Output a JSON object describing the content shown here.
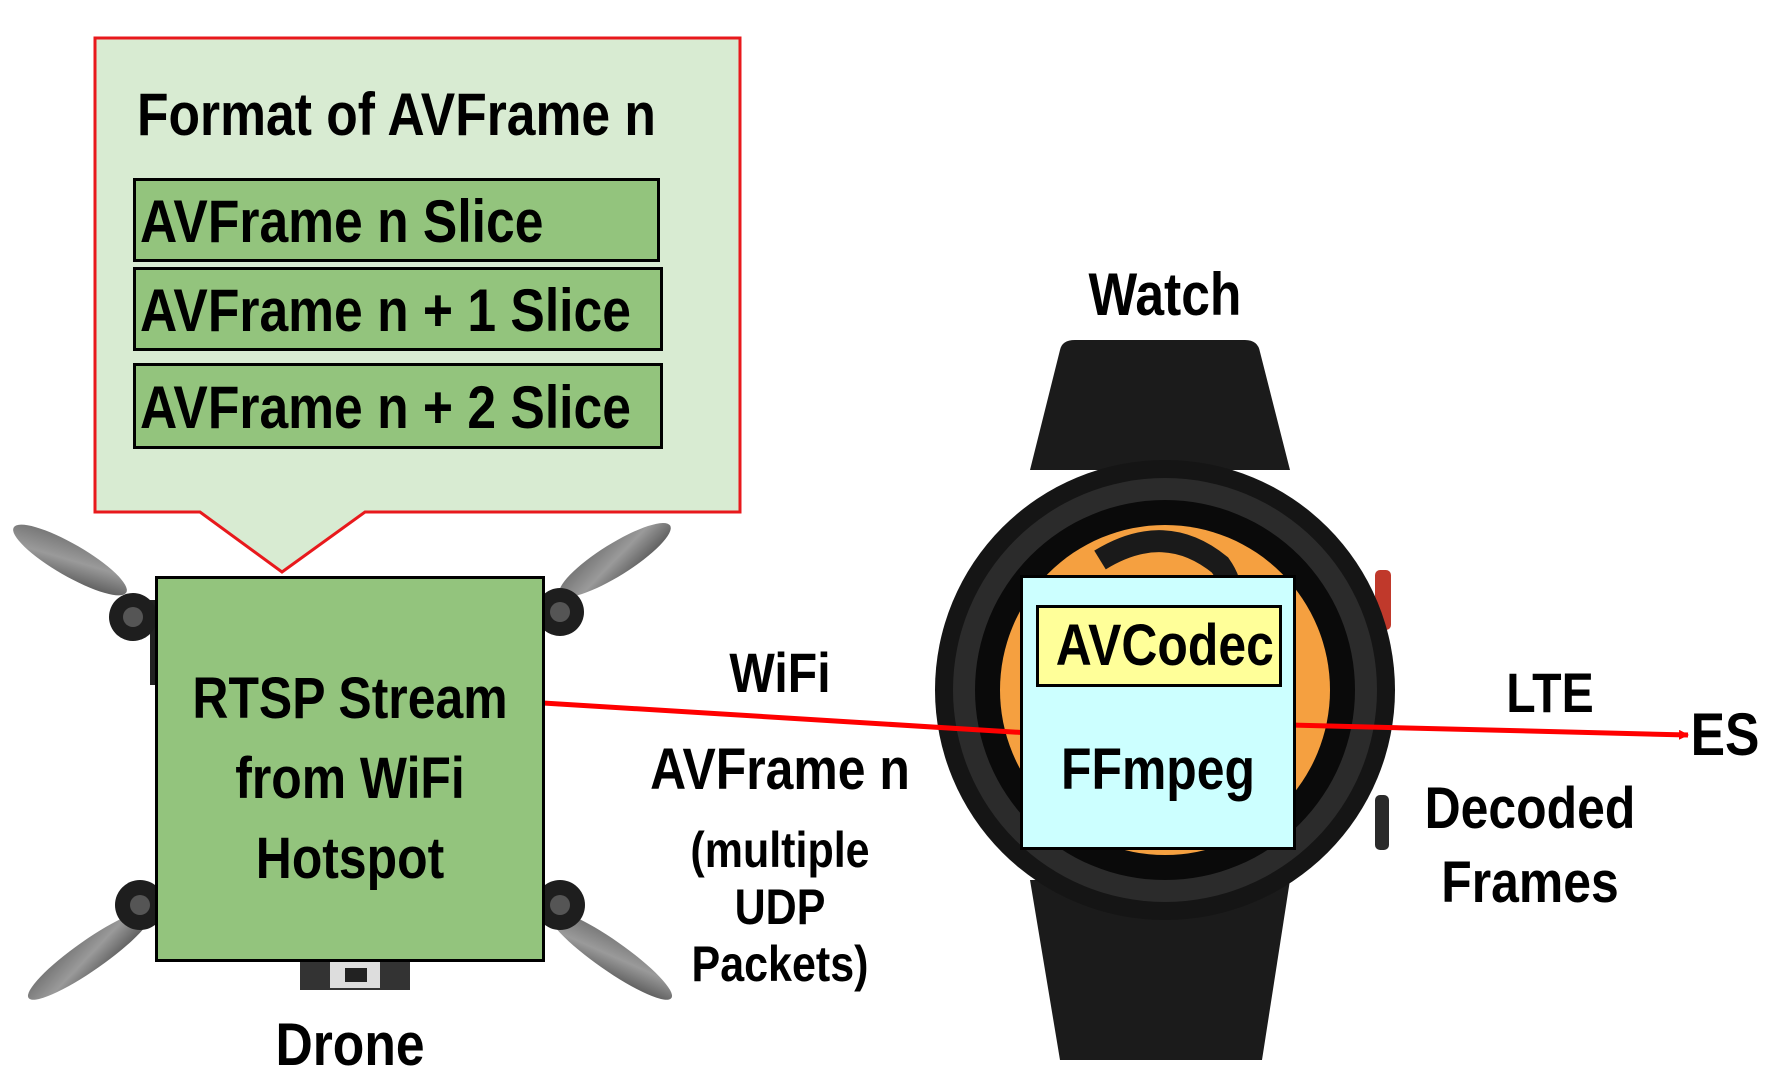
{
  "callout": {
    "title": "Format of AVFrame n",
    "slices": [
      "AVFrame n Slice",
      "AVFrame n + 1 Slice",
      "AVFrame n + 2 Slice"
    ]
  },
  "drone": {
    "box_lines": [
      "RTSP Stream",
      "from WiFi",
      "Hotspot"
    ],
    "label": "Drone"
  },
  "link_wifi": {
    "label": "WiFi",
    "payload": "AVFrame n",
    "detail_lines": [
      "(multiple",
      "UDP",
      "Packets)"
    ]
  },
  "watch": {
    "label": "Watch",
    "codec": "AVCodec",
    "lib": "FFmpeg"
  },
  "link_lte": {
    "label": "LTE",
    "payload_lines": [
      "Decoded",
      "Frames"
    ],
    "target": "ES"
  },
  "colors": {
    "callout_fill": "#d8ebd2",
    "callout_border": "#e8191c",
    "slice_fill": "#93c47d",
    "drone_box_fill": "#93c47d",
    "codec_fill": "#ffff99",
    "ffmpeg_fill": "#ccffff",
    "arrow": "#ff0000",
    "watch_face": "#f5a040"
  }
}
